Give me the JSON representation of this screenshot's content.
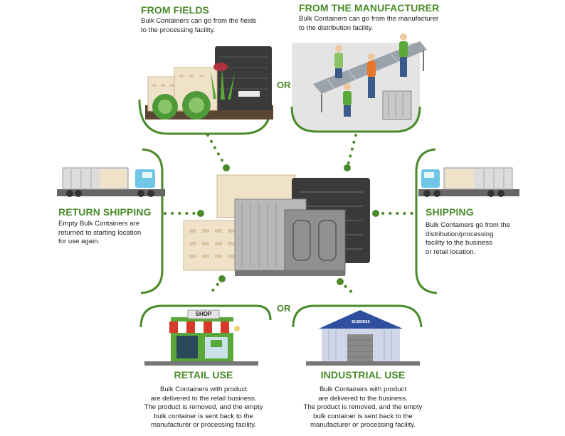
{
  "colors": {
    "accent": "#4a8a2a",
    "text": "#222222",
    "crate_beige": "#efe2c8",
    "crate_black": "#3a3a3a",
    "crate_gray": "#b8b8b8",
    "truck_blue": "#6fc6e6"
  },
  "from_fields": {
    "title": "FROM FIELDS",
    "desc_1": "Bulk Containers can go from the fields",
    "desc_2": "to the processing facility."
  },
  "from_manufacturer": {
    "title": "FROM THE MANUFACTURER",
    "desc_1": "Bulk Containers can go from the manufacturer",
    "desc_2": "to the distribution facility."
  },
  "or_labels": {
    "top": "OR",
    "bottom": "OR"
  },
  "return_shipping": {
    "title": "RETURN SHIPPING",
    "desc_1": "Empty Bulk Containers are",
    "desc_2": "returned to starting location",
    "desc_3": "for use again."
  },
  "shipping": {
    "title": "SHIPPING",
    "desc_1": "Bulk Containers go from the",
    "desc_2": "distribution/processing",
    "desc_3": "facility to the business",
    "desc_4": "or retail location."
  },
  "retail_use": {
    "title": "RETAIL USE",
    "sign": "SHOP",
    "desc_1": "Bulk Containers with product",
    "desc_2": "are delivered to the retail business.",
    "desc_3": "The product is removed, and the empty",
    "desc_4": "bulk container is sent back to the",
    "desc_5": "manufacturer or processing facility."
  },
  "industrial_use": {
    "title": "INDUSTRIAL USE",
    "sign": "BUSINESS",
    "desc_1": "Bulk Containers with product",
    "desc_2": "are delivered to the business.",
    "desc_3": "The product is removed, and the empty",
    "desc_4": "bulk container is sent back to the",
    "desc_5": "manufacturer or processing facility."
  }
}
